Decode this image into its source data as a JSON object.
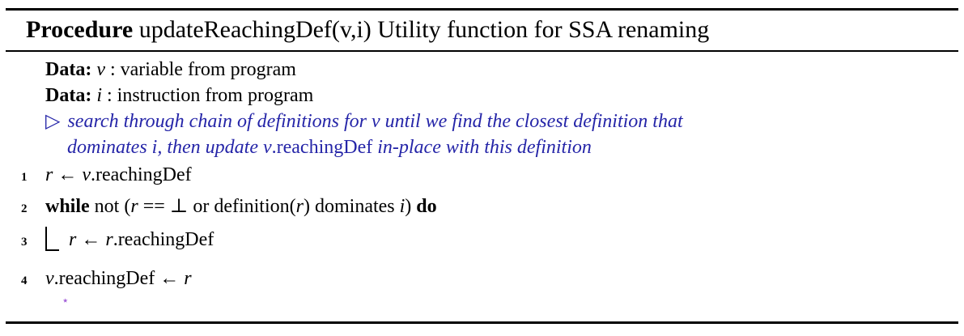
{
  "colors": {
    "rule": "#000000",
    "text": "#000000",
    "comment_blue": "#2525a8",
    "star_purple": "#a15cd8"
  },
  "title": {
    "keyword": "Procedure",
    "rest": " updateReachingDef(v,i) Utility function for SSA renaming"
  },
  "data_lines": [
    {
      "label": "Data: ",
      "variable": "v",
      "desc": " : variable from program"
    },
    {
      "label": "Data: ",
      "variable": "i",
      "desc": " : instruction from program"
    }
  ],
  "comment": {
    "marker": "▷",
    "line1": "search through chain of definitions for v until we find the closest definition that",
    "line2_start": "dominates i, then update v",
    "line2_code": ".reachingDef",
    "line2_end": " in-place with this definition"
  },
  "code": {
    "line1": {
      "num": "1",
      "lhs": "r",
      "arrow": " ← ",
      "rhs_var": "v",
      "rhs_rest": ".reachingDef"
    },
    "line2": {
      "num": "2",
      "kw_while": "while",
      "t1": " not (",
      "v1": "r",
      "t2": " == ⊥ or definition(",
      "v2": "r",
      "t3": ") dominates ",
      "v3": "i",
      "t4": ") ",
      "kw_do": "do"
    },
    "line3": {
      "num": "3",
      "lhs": "r",
      "arrow": " ← ",
      "rhs_var": "r",
      "rhs_rest": ".reachingDef"
    },
    "line4": {
      "num": "4",
      "lhs_var": "v",
      "lhs_rest": ".reachingDef",
      "arrow": " ← ",
      "rhs": "r"
    }
  },
  "star": "⋆"
}
